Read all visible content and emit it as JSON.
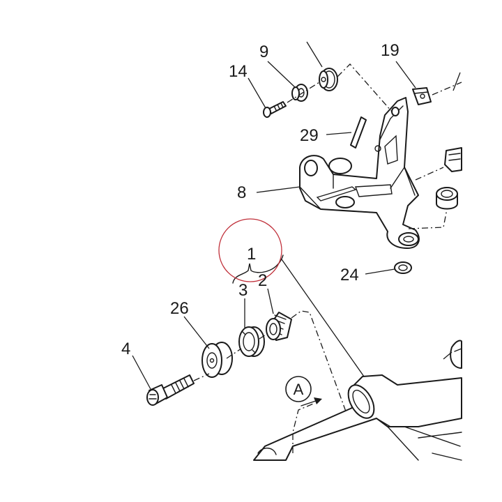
{
  "diagram": {
    "labels": {
      "p1": "1",
      "p2": "2",
      "p3": "3",
      "p4": "4",
      "p8": "8",
      "p9": "9",
      "p14": "14",
      "p19": "19",
      "p24": "24",
      "p26": "26",
      "p29": "29",
      "view_a": "A"
    },
    "colors": {
      "line": "#1a1a1a",
      "highlight_circle": "#c0303a",
      "background": "#ffffff"
    }
  }
}
